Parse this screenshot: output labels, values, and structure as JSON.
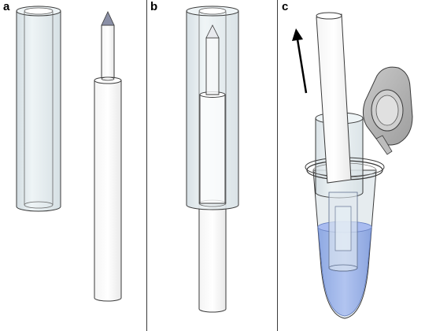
{
  "figure": {
    "panels": [
      {
        "label": "a",
        "description_icon": "cylinder-and-rod-separated"
      },
      {
        "label": "b",
        "description_icon": "rod-inserted-in-cylinder"
      },
      {
        "label": "c",
        "description_icon": "assembly-in-microcentrifuge-tube"
      }
    ]
  },
  "colors": {
    "line": "#3a3a3a",
    "tube_fill": "#e2ecf0",
    "rod_fill": "#ffffff",
    "tip": "#8a8fa6",
    "liquid": "#7f9fe0",
    "cap": "#b8b8b8"
  }
}
